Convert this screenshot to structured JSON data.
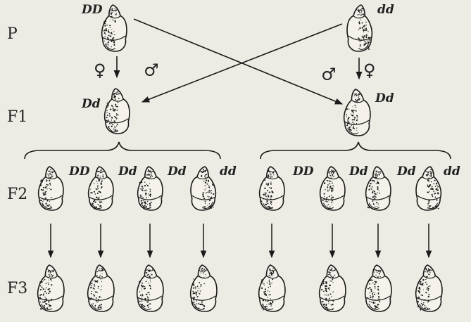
{
  "generations": [
    "P",
    "F1",
    "F2",
    "F3"
  ],
  "parents": {
    "left_genotype": "DD",
    "right_genotype": "dd"
  },
  "f1": {
    "left_genotype": "Dd",
    "right_genotype": "Dd"
  },
  "f2": {
    "left": [
      "DD",
      "Dd",
      "Dd",
      "dd"
    ],
    "right": [
      "DD",
      "Dd",
      "Dd",
      "dd"
    ]
  },
  "sex_symbols": {
    "female": "♀",
    "male": "♂"
  }
}
